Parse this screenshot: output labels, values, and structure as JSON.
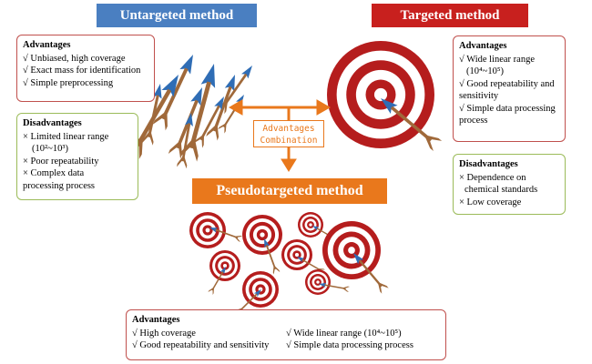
{
  "banners": {
    "untargeted": "Untargeted method",
    "targeted": "Targeted method",
    "pseudotargeted": "Pseudotargeted method"
  },
  "combination": {
    "line1": "Advantages",
    "line2": "Combination"
  },
  "untargeted": {
    "advantages": {
      "title": "Advantages",
      "items": [
        "√ Unbiased, high coverage",
        "√ Exact mass for identification",
        "√ Simple preprocessing"
      ]
    },
    "disadvantages": {
      "title": "Disadvantages",
      "items": [
        "×  Limited linear range",
        "(10²~10³)",
        "×  Poor repeatability",
        "×  Complex data",
        "processing process"
      ]
    }
  },
  "targeted": {
    "advantages": {
      "title": "Advantages",
      "items": [
        "√ Wide linear range",
        "(10⁴~10⁵)",
        "√ Good repeatability and",
        "sensitivity",
        "√ Simple data processing",
        "process"
      ]
    },
    "disadvantages": {
      "title": "Disadvantages",
      "items": [
        "×  Dependence on",
        "chemical standards",
        "×  Low coverage"
      ]
    }
  },
  "pseudotargeted": {
    "advantages": {
      "title": "Advantages",
      "col1": [
        "√ High coverage",
        "√ Good repeatability and sensitivity"
      ],
      "col2": [
        "√ Wide linear range (10⁴~10⁵)",
        "√ Simple data processing process"
      ]
    }
  },
  "colors": {
    "untargeted_banner": "#4a7fc1",
    "targeted_banner": "#c8201e",
    "pseudo_banner": "#e9781c",
    "target_red": "#b51d1d",
    "arrow_blue": "#2f6db5",
    "arrow_shaft": "#a0693a"
  }
}
